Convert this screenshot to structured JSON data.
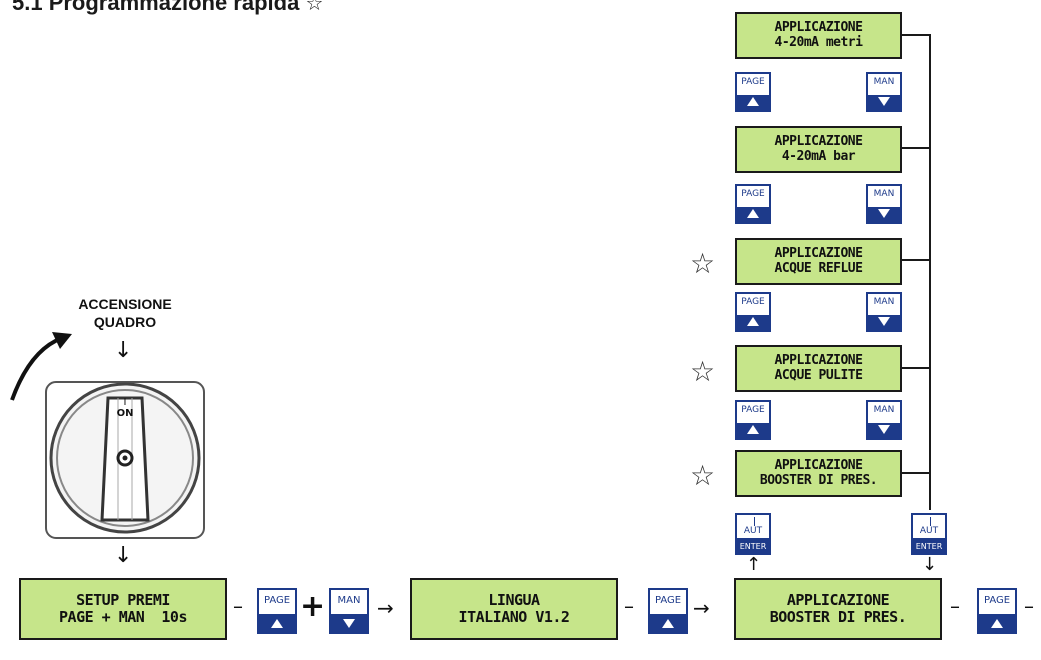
{
  "title": "5.1 Programmazione rapida",
  "title_star": "☆",
  "switch": {
    "caption_line1": "ACCENSIONE",
    "caption_line2": "QUADRO",
    "knob_label_top": "I",
    "knob_label_bottom": "ON"
  },
  "bottom_row": {
    "setup": {
      "line1": "SETUP PREMI",
      "line2": "PAGE + MAN  10s"
    },
    "lingua": {
      "line1": "LINGUA",
      "line2": "ITALIANO V1.2"
    },
    "applicazione": {
      "line1": "APPLICAZIONE",
      "line2": "BOOSTER DI PRES."
    }
  },
  "column_screens": [
    {
      "line1": "APPLICAZIONE",
      "line2": "4-20mA metri"
    },
    {
      "line1": "APPLICAZIONE",
      "line2": "4-20mA bar"
    },
    {
      "line1": "APPLICAZIONE",
      "line2": "ACQUE REFLUE"
    },
    {
      "line1": "APPLICAZIONE",
      "line2": "ACQUE PULITE"
    },
    {
      "line1": "APPLICAZIONE",
      "line2": "BOOSTER DI PRES."
    }
  ],
  "keys": {
    "page": "PAGE",
    "man": "MAN",
    "aut": "AUT",
    "aut_top": "I",
    "enter": "ENTER"
  },
  "symbols": {
    "dash": "–",
    "plus": "+",
    "arrow_right": "→",
    "arrow_up": "↑",
    "arrow_down": "↓",
    "star": "☆"
  },
  "colors": {
    "lcd_green": "#c6e58a",
    "key_blue": "#1d3a8a"
  }
}
